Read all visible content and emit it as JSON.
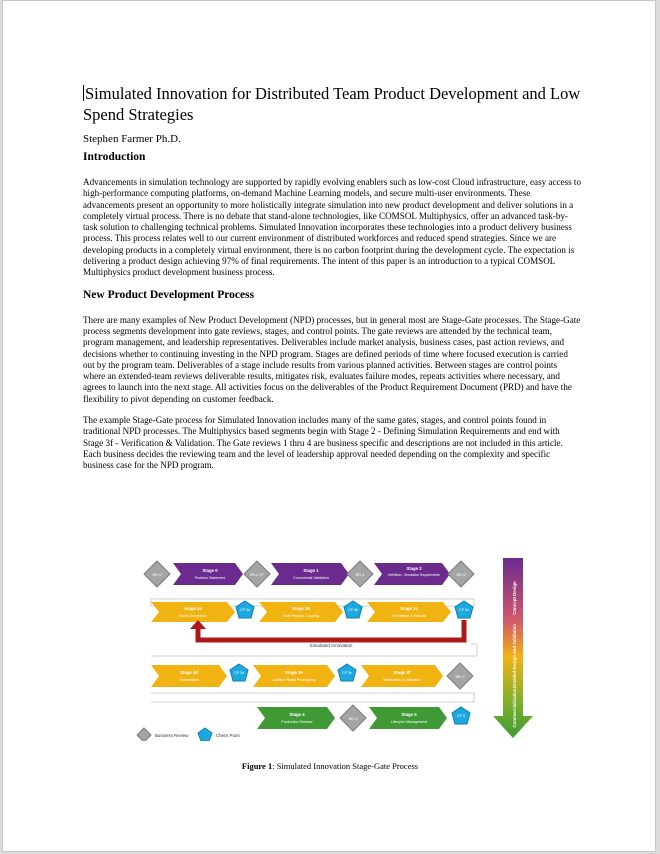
{
  "doc": {
    "title": "Simulated Innovation for Distributed Team Product Development and Low Spend Strategies",
    "author": "Stephen Farmer Ph.D.",
    "sections": [
      {
        "heading": "Introduction",
        "paragraphs": [
          "Advancements in simulation technology are supported by rapidly evolving enablers such as low-cost Cloud infrastructure, easy access to high-performance computing platforms, on-demand Machine Learning models, and secure multi-user environments. These advancements present an opportunity to more holistically integrate simulation into new product development and deliver solutions in a completely virtual process. There is no debate that stand-alone technologies, like COMSOL Multiphysics, offer an advanced task-by-task solution to challenging technical problems. Simulated Innovation incorporates these technologies into a product delivery business process. This process relates well to our current environment of distributed workforces and reduced spend strategies. Since we are developing products in a completely virtual environment, there is no carbon footprint during the development cycle. The expectation is delivering a product design achieving 97% of final requirements. The intent of this paper is an introduction to a typical COMSOL Multiphysics product development business process."
        ]
      },
      {
        "heading": "New Product Development Process",
        "paragraphs": [
          "There are many examples of New Product Development (NPD) processes, but in general most are Stage-Gate processes. The Stage-Gate process segments development into gate reviews, stages, and control points. The gate reviews are attended by the technical team, program management, and leadership representatives. Deliverables include market analysis, business cases, past action reviews, and decisions whether to continuing investing in the NPD program. Stages are defined periods of time where focused execution is carried out by the program team. Deliverables of a stage include results from various planned activities. Between stages are control points where an extended-team reviews deliverable results, mitigates risk, evaluates failure modes, repeats activities where necessary, and agrees to launch into the next stage. All activities focus on the deliverables of the Product Requirement Document (PRD) and have the flexibility to pivot depending on customer feedback.",
          "The example Stage-Gate process for Simulated Innovation includes many of the same gates, stages, and control points found in traditional NPD processes. The Multiphysics based segments begin with Stage 2 - Defining Simulation Requirements and end with Stage 3f - Verification & Validation. The Gate reviews 1 thru 4 are business specific and descriptions are not included in this article. Each business decides the reviewing team and the level of leadership approval needed depending on the complexity and specific business case for the NPD program."
        ]
      }
    ],
    "figure": {
      "caption_label": "Figure 1",
      "caption_text": ": Simulated Innovation Stage-Gate Process",
      "row1": [
        {
          "gate": "BR-0"
        },
        {
          "stage": "Stage 0",
          "desc": "Problem Statement"
        },
        {
          "gate": "BR-0 CP"
        },
        {
          "stage": "Stage 1",
          "desc": "Commercial Validation"
        },
        {
          "gate": "BR-1"
        },
        {
          "stage": "Stage 2",
          "desc": "Definition - Simulation Requirements"
        },
        {
          "gate": "BR-2"
        }
      ],
      "row2": [
        {
          "stage": "Stage 3a",
          "desc": "Model Generation"
        },
        {
          "cp": "CP 3a"
        },
        {
          "stage": "Stage 3b",
          "desc": "Multi-Physics Coupling"
        },
        {
          "cp": "CP 3b"
        },
        {
          "stage": "Stage 3c",
          "desc": "Simulation & Results"
        },
        {
          "cp": "CP 3c"
        }
      ],
      "loop_label": "Simulated Innovation",
      "row3": [
        {
          "stage": "Stage 3d",
          "desc": "Optimization"
        },
        {
          "cp": "CP 3d"
        },
        {
          "stage": "Stage 3e",
          "desc": "Additive Rapid Prototyping"
        },
        {
          "cp": "CP 3e"
        },
        {
          "stage": "Stage 3f",
          "desc": "Verification & Validation"
        },
        {
          "gate": "BR-3"
        }
      ],
      "row4": [
        {
          "stage": "Stage 4",
          "desc": "Production Release"
        },
        {
          "gate": "BR-4"
        },
        {
          "stage": "Stage 5",
          "desc": "Lifecycle Management"
        },
        {
          "cp": "CP 5"
        }
      ],
      "side_labels": [
        "Concept Design",
        "Detailed Design and Validation",
        "Commercialization"
      ],
      "legend": {
        "review": "Business Review",
        "checkpoint": "Check Point"
      },
      "colors": {
        "purple": "#6a2a8e",
        "yellow": "#f1b312",
        "green": "#3f9a36",
        "red": "#b01818",
        "cp": "#1ea8e0",
        "gate": "#a4a4a4"
      }
    }
  }
}
